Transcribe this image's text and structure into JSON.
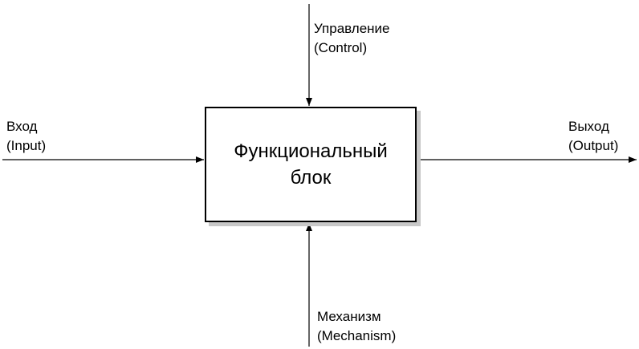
{
  "function_block": {
    "line1": "Функциональный",
    "line2": "блок"
  },
  "control": {
    "line1": "Управление",
    "line2": "(Control)"
  },
  "input": {
    "line1": "Вход",
    "line2": "(Input)"
  },
  "output": {
    "line1": "Выход",
    "line2": "(Output)"
  },
  "mechanism": {
    "line1": "Механизм",
    "line2": "(Mechanism)"
  },
  "colors": {
    "line": "#000000",
    "box_shadow": "#c8c8c8",
    "background": "#ffffff"
  }
}
